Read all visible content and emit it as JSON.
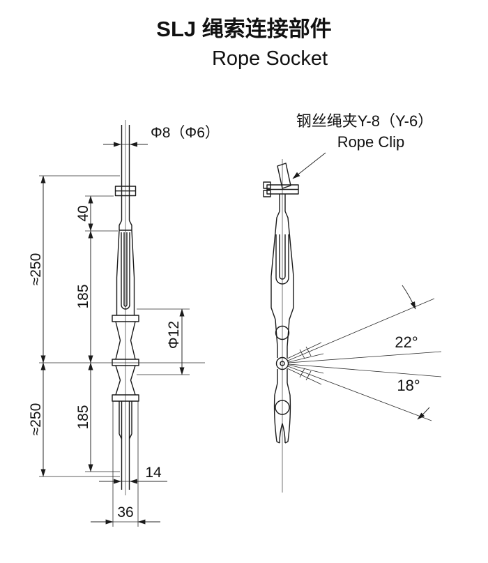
{
  "title": {
    "line1": "SLJ 绳索连接部件",
    "line2": "Rope Socket"
  },
  "left_view": {
    "dims": {
      "rope_diameter": "Φ8（Φ6）",
      "clip_spacing": "40",
      "upper_socket_length": "185",
      "upper_overall_length": "≈250",
      "pin_diameter": "Φ12",
      "lower_socket_length": "185",
      "lower_overall_length": "≈250",
      "rod_width": "14",
      "body_width": "36"
    }
  },
  "right_view": {
    "labels": {
      "rope_clip_zh": "钢丝绳夹Y-8（Y-6）",
      "rope_clip_en": "Rope Clip"
    },
    "angles": {
      "upper": "22°",
      "lower": "18°"
    }
  },
  "colors": {
    "line": "#1a1a1a",
    "background": "#ffffff"
  }
}
